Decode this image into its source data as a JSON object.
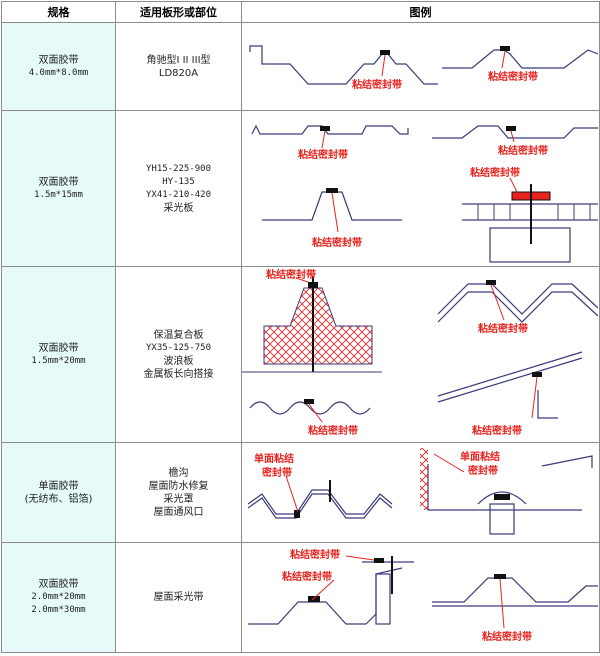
{
  "header": {
    "spec": "规格",
    "board": "适用板形或部位",
    "figure": "图例"
  },
  "label": "粘结密封带",
  "label_single": [
    "单面粘结",
    "密封带"
  ],
  "rows": [
    {
      "spec": [
        "双面胶带",
        "4.0mm*8.0mm"
      ],
      "board": [
        "角驰型I II III型",
        "LD820A"
      ]
    },
    {
      "spec": [
        "双面胶带",
        "1.5m*15mm"
      ],
      "board": [
        "YH15-225-900",
        "HY-135",
        "YX41-210-420",
        "采光板"
      ]
    },
    {
      "spec": [
        "双面胶带",
        "1.5mm*20mm"
      ],
      "board": [
        "保温复合板",
        "YX35-125-750",
        "波浪板",
        "金属板长向搭接"
      ]
    },
    {
      "spec": [
        "单面胶带",
        "(无纺布、铝箔)"
      ],
      "board": [
        "檐沟",
        "屋面防水修复",
        "采光罩",
        "屋面通风口"
      ]
    },
    {
      "spec": [
        "双面胶带",
        "2.0mm*20mm",
        "2.0mm*30mm"
      ],
      "board": [
        "屋面采光带"
      ]
    }
  ],
  "colors": {
    "spec_bg": "#e6fafa",
    "label": "#e8231e",
    "line": "#3a3a7a",
    "tape": "#111111"
  }
}
